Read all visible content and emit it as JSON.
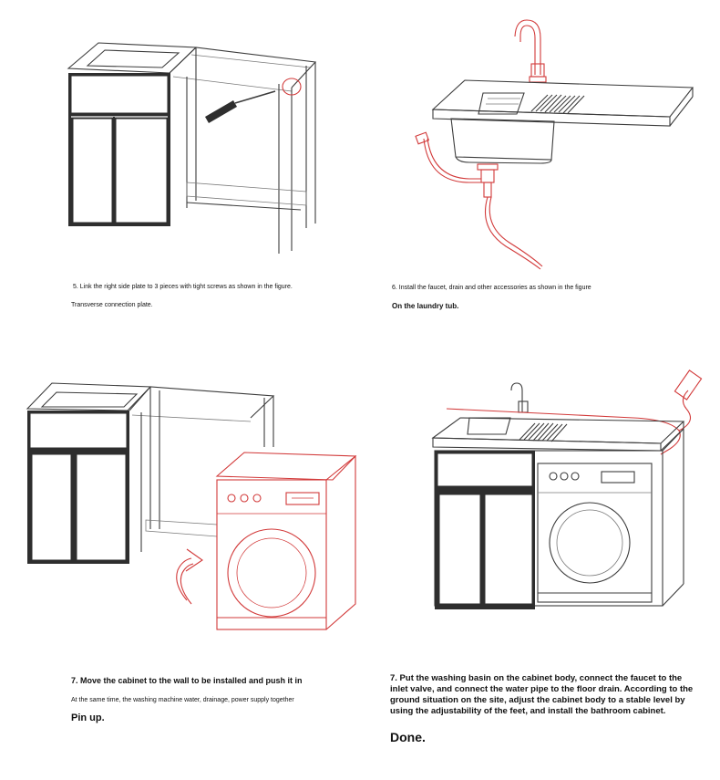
{
  "steps": [
    {
      "caption_line1": "5. Link the right side plate to 3 pieces with tight screws as shown in the figure.",
      "caption_line2": "Transverse connection plate."
    },
    {
      "caption_line1": "6. Install the faucet, drain and other accessories as shown in the figure",
      "caption_line2": "On the laundry tub."
    },
    {
      "caption_line1": "7. Move the cabinet to the wall to be installed and push it in",
      "caption_line2": "At the same time, the washing machine water, drainage, power supply together",
      "caption_line3": "Pin up."
    },
    {
      "caption_body": "7. Put the washing basin on the cabinet body, connect the faucet to the inlet valve, and connect the water pipe to the floor drain. According to the ground situation on the site, adjust the cabinet body to a stable level by using the adjustability of the feet, and install the bathroom cabinet.",
      "caption_done": "Done."
    }
  ],
  "colors": {
    "line": "#3c3c3c",
    "accent_red": "#d23a3a",
    "cabinet_dark": "#2e2e2e"
  }
}
